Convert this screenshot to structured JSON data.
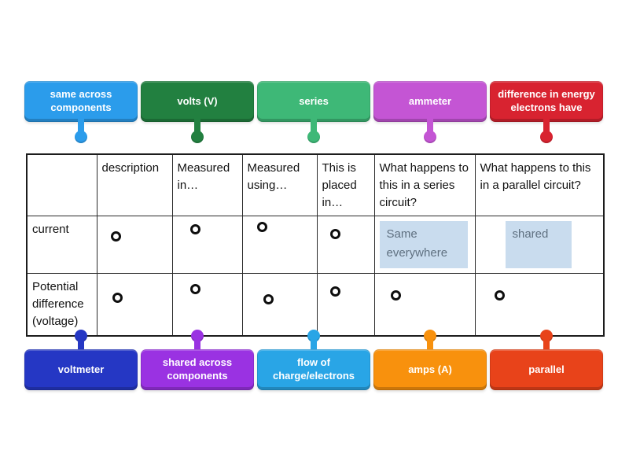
{
  "labels": {
    "top": [
      {
        "text": "same across components",
        "color": "#2b9ceb"
      },
      {
        "text": "volts (V)",
        "color": "#228040"
      },
      {
        "text": "series",
        "color": "#3eb877"
      },
      {
        "text": "ammeter",
        "color": "#c455d4"
      },
      {
        "text": "difference in energy electrons have",
        "color": "#d82330"
      }
    ],
    "bottom": [
      {
        "text": "voltmeter",
        "color": "#2537c4"
      },
      {
        "text": "shared across components",
        "color": "#9a32e2"
      },
      {
        "text": "flow of charge/electrons",
        "color": "#29a5e6"
      },
      {
        "text": "amps (A)",
        "color": "#f8910d"
      },
      {
        "text": "parallel",
        "color": "#e8431a"
      }
    ]
  },
  "table": {
    "headers": [
      "description",
      "Measured in…",
      "Measured using…",
      "This is placed in…",
      "What happens to this in a series circuit?",
      "What happens to this in a parallel circuit?"
    ],
    "row_headers": [
      "current",
      "Potential difference (voltage)"
    ],
    "placed_answers": [
      {
        "text": "Same everywhere",
        "row": "current",
        "column": "What happens to this in a series circuit?",
        "bg": "#c9dcee",
        "text_color": "#5f7080"
      },
      {
        "text": "shared",
        "row": "current",
        "column": "What happens to this in a parallel circuit?",
        "bg": "#c9dcee",
        "text_color": "#5f7080"
      }
    ]
  }
}
